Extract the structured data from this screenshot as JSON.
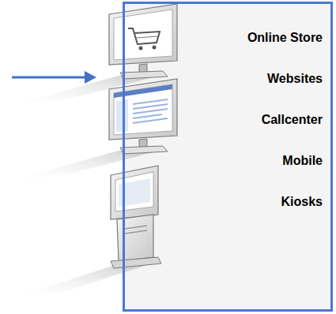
{
  "diagram": {
    "nodes": [
      {
        "text": [
          "Online Store",
          "Websites",
          "Callcenter",
          "Mobile",
          "Kiosks"
        ]
      }
    ]
  }
}
